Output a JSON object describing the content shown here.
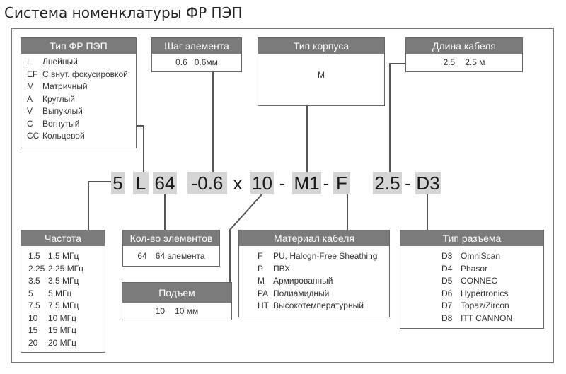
{
  "title": "Система номенклатуры ФР ПЭП",
  "code": {
    "type_code": "5",
    "sep1": "L",
    "elements": "64",
    "pitch": "-0.6",
    "x": "x",
    "elevation": "10",
    "dash1": "-",
    "housing": "M1",
    "dash2": "-",
    "cable": "F",
    "length": "2.5",
    "dash3": "-",
    "connector": "D3"
  },
  "boxes": {
    "type": {
      "header": "Тип ФР ПЭП",
      "rows": [
        {
          "code": "L",
          "desc": "Лнейный"
        },
        {
          "code": "EF",
          "desc": "С внут. фокусировкой"
        },
        {
          "code": "M",
          "desc": "Матричный"
        },
        {
          "code": "A",
          "desc": "Круглый"
        },
        {
          "code": "V",
          "desc": "Выпуклый"
        },
        {
          "code": "C",
          "desc": "Вогнутый"
        },
        {
          "code": "CC",
          "desc": "Кольцевой"
        }
      ]
    },
    "pitch": {
      "header": "Шаг элемента",
      "rows": [
        {
          "code": "0.6",
          "desc": "0.6мм"
        }
      ]
    },
    "housing": {
      "header": "Тип корпуса",
      "rows": [
        {
          "code": "M",
          "desc": ""
        }
      ]
    },
    "length": {
      "header": "Длина кабеля",
      "rows": [
        {
          "code": "2.5",
          "desc": "2.5 м"
        }
      ]
    },
    "frequency": {
      "header": "Частота",
      "rows": [
        {
          "code": "1.5",
          "desc": "1.5 МГц"
        },
        {
          "code": "2.25",
          "desc": "2.25 МГц"
        },
        {
          "code": "3.5",
          "desc": "3.5 МГц"
        },
        {
          "code": "5",
          "desc": "5 МГц"
        },
        {
          "code": "7.5",
          "desc": "7.5 МГц"
        },
        {
          "code": "10",
          "desc": "10 МГц"
        },
        {
          "code": "15",
          "desc": "15 МГц"
        },
        {
          "code": "20",
          "desc": "20 МГц"
        }
      ]
    },
    "elements": {
      "header": "Кол-во элементов",
      "rows": [
        {
          "code": "64",
          "desc": "64 элемента"
        }
      ]
    },
    "elevation": {
      "header": "Подъем",
      "rows": [
        {
          "code": "10",
          "desc": "10 мм"
        }
      ]
    },
    "cable": {
      "header": "Материал кабеля",
      "rows": [
        {
          "code": "F",
          "desc": "PU, Halogn-Free Sheathing"
        },
        {
          "code": "P",
          "desc": "ПВХ"
        },
        {
          "code": "M",
          "desc": "Армированный"
        },
        {
          "code": "PA",
          "desc": "Полиамидный"
        },
        {
          "code": "HT",
          "desc": "Высокотемпературный"
        }
      ]
    },
    "connector": {
      "header": "Тип разъема",
      "rows": [
        {
          "code": "D3",
          "desc": "OmniScan"
        },
        {
          "code": "D4",
          "desc": "Phasor"
        },
        {
          "code": "D5",
          "desc": "CONNEC"
        },
        {
          "code": "D6",
          "desc": "Hypertronics"
        },
        {
          "code": "D7",
          "desc": "Topaz/Zircon"
        },
        {
          "code": "D8",
          "desc": "ITT CANNON"
        }
      ]
    }
  }
}
